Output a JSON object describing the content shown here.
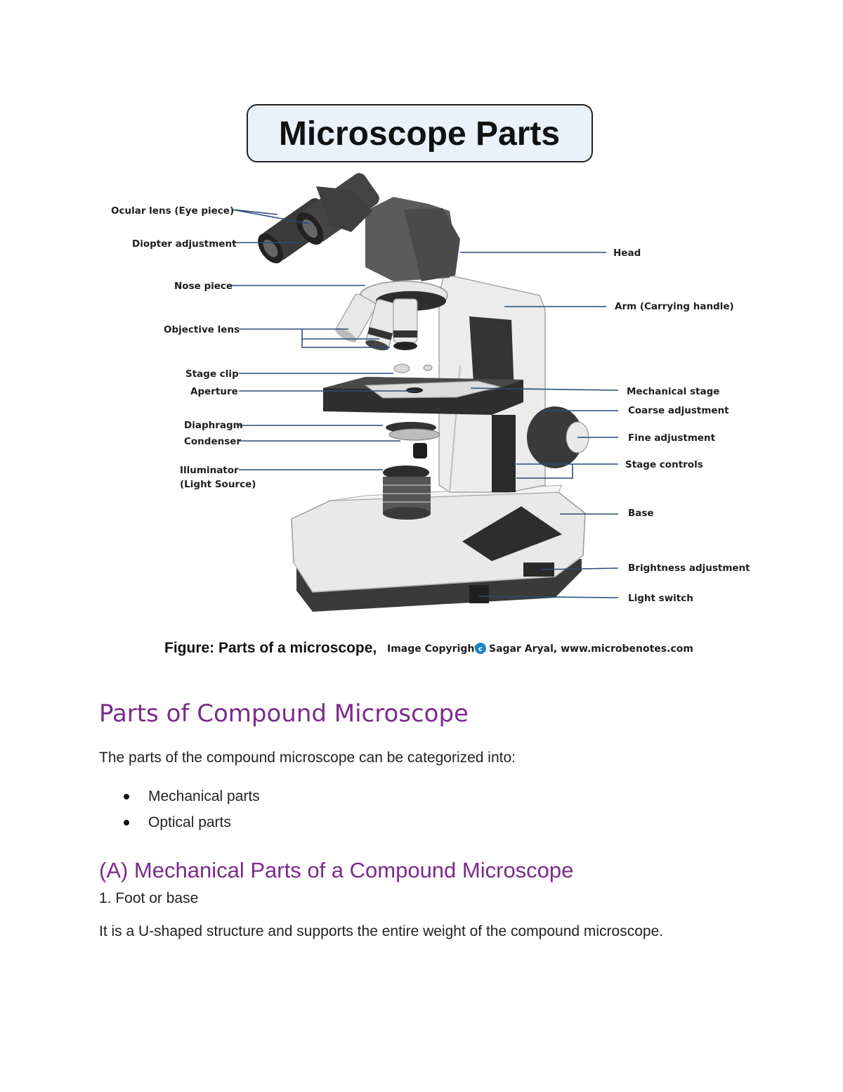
{
  "figure": {
    "title": "Microscope Parts",
    "labels_left": {
      "ocular": "Ocular lens (Eye piece)",
      "diopter": "Diopter adjustment",
      "nose": "Nose piece",
      "objective": "Objective lens",
      "stage_clip": "Stage clip",
      "aperture": "Aperture",
      "diaphragm": "Diaphragm",
      "condenser": "Condenser",
      "illuminator_1": "Illuminator",
      "illuminator_2": "(Light Source)"
    },
    "labels_right": {
      "head": "Head",
      "arm": "Arm (Carrying handle)",
      "mech_stage": "Mechanical stage",
      "coarse": "Coarse adjustment",
      "fine": "Fine adjustment",
      "stage_controls": "Stage controls",
      "base": "Base",
      "brightness": "Brightness adjustment",
      "light_switch": "Light switch"
    },
    "caption": {
      "main": "Figure: Parts of a microscope,",
      "copyright": "Image Copyright",
      "copyright_mark": "c",
      "credit": "Sagar Aryal, www.microbenotes.com"
    }
  },
  "content": {
    "heading": "Parts of Compound Microscope",
    "intro": "The parts of the compound microscope can be categorized into:",
    "categories": [
      "Mechanical parts",
      "Optical parts"
    ],
    "subheading": "(A) Mechanical Parts of a Compound Microscope",
    "item_title": "1. Foot or base",
    "item_text": "It is a U-shaped structure and supports the entire weight of the compound microscope."
  }
}
